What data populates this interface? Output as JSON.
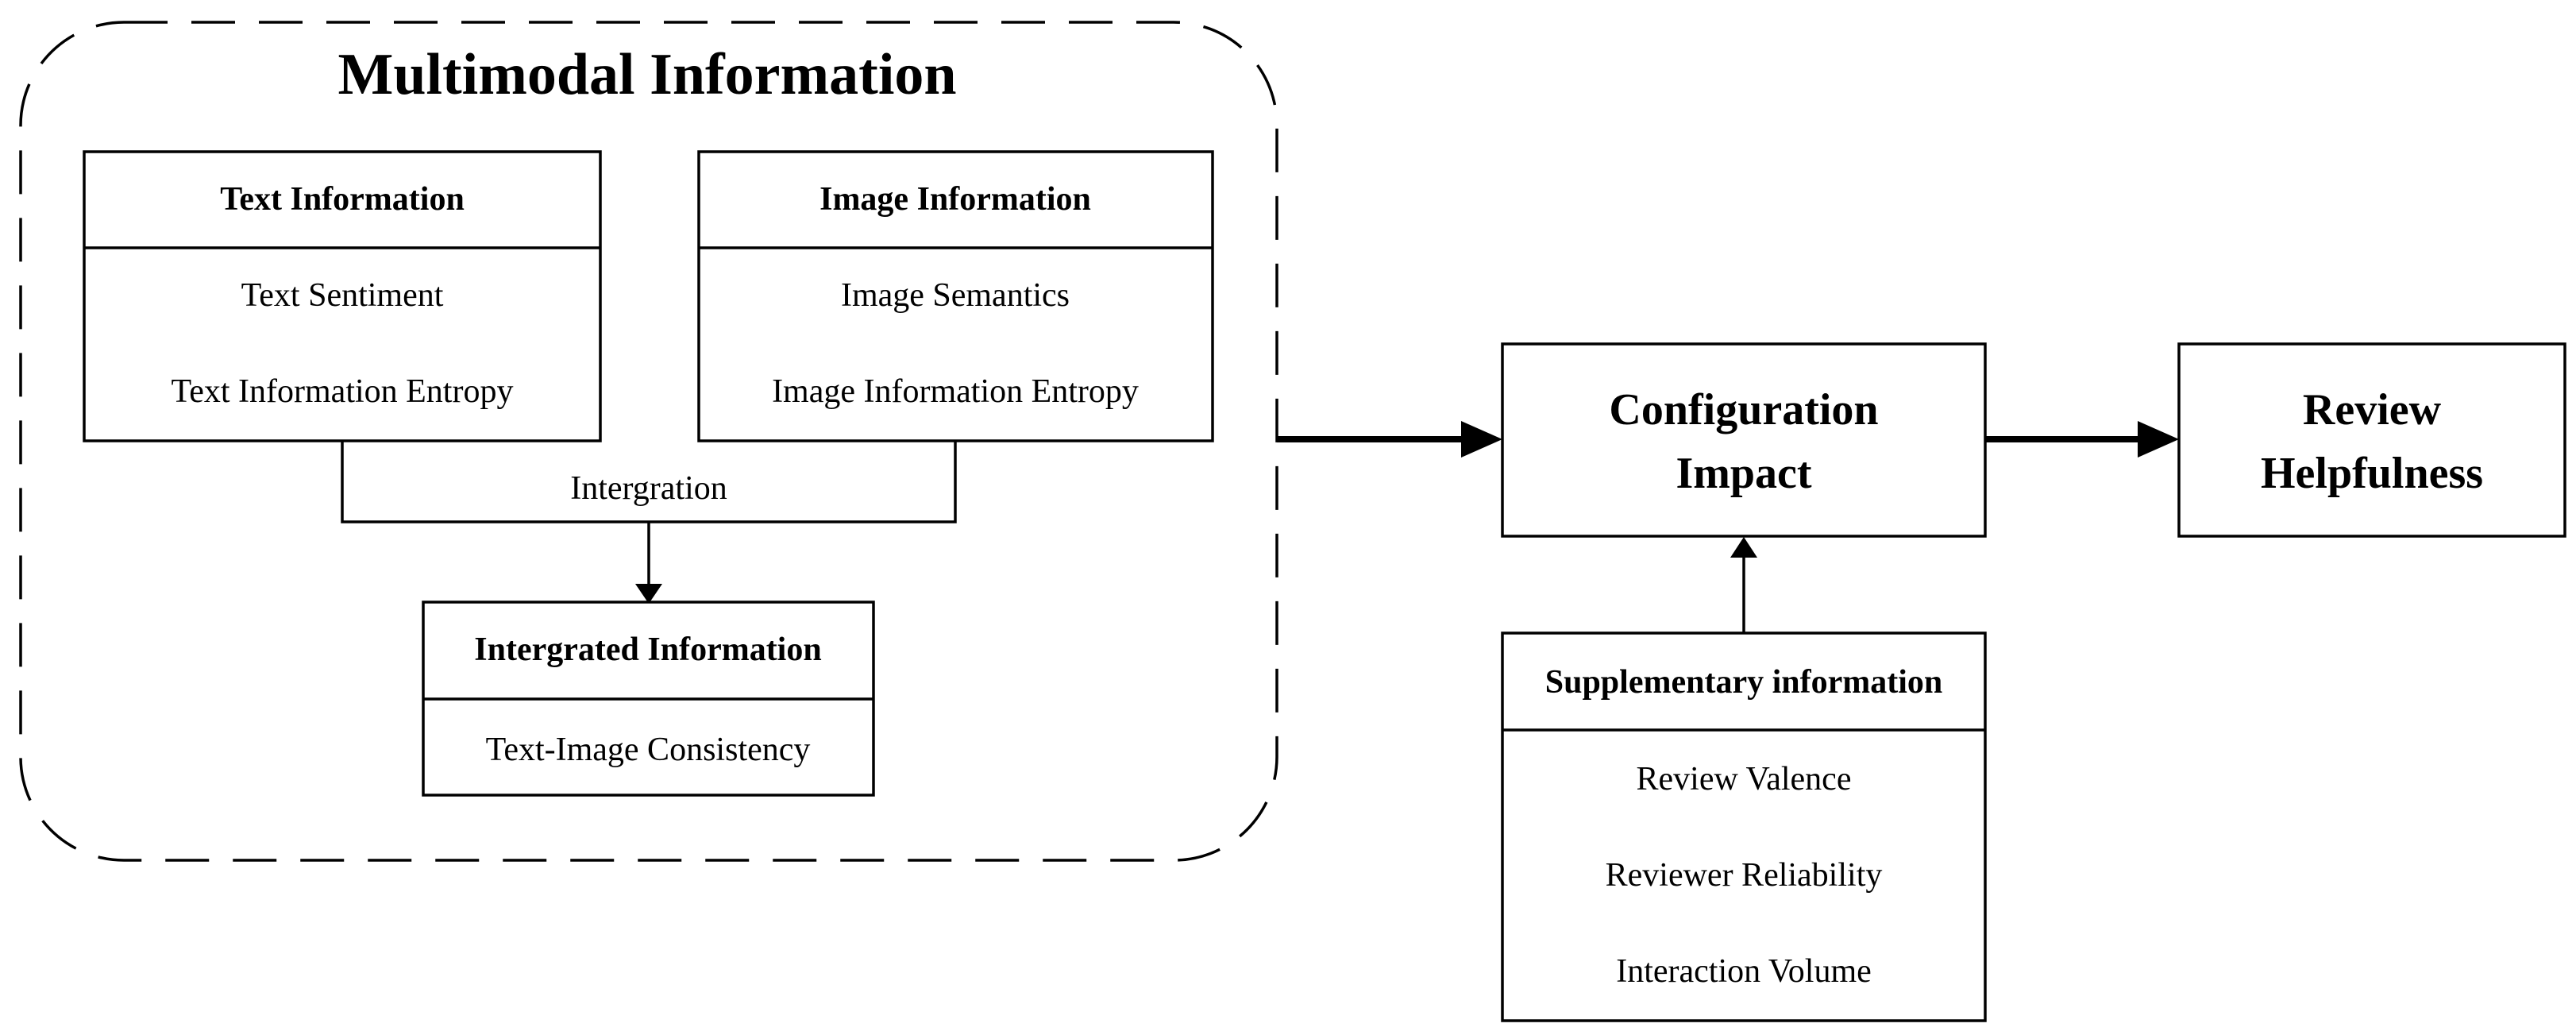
{
  "multimodal": {
    "title": "Multimodal Information",
    "text_info": {
      "header": "Text Information",
      "items": [
        "Text Sentiment",
        "Text Information Entropy"
      ]
    },
    "image_info": {
      "header": "Image Information",
      "items": [
        "Image Semantics",
        "Image Information Entropy"
      ]
    },
    "integration_label": "Intergration",
    "integrated_info": {
      "header": "Intergrated Information",
      "items": [
        "Text-Image Consistency"
      ]
    }
  },
  "configuration": {
    "line1": "Configuration",
    "line2": "Impact"
  },
  "helpfulness": {
    "line1": "Review",
    "line2": "Helpfulness"
  },
  "supplementary": {
    "header": "Supplementary information",
    "items": [
      "Review Valence",
      "Reviewer Reliability",
      "Interaction Volume"
    ]
  }
}
